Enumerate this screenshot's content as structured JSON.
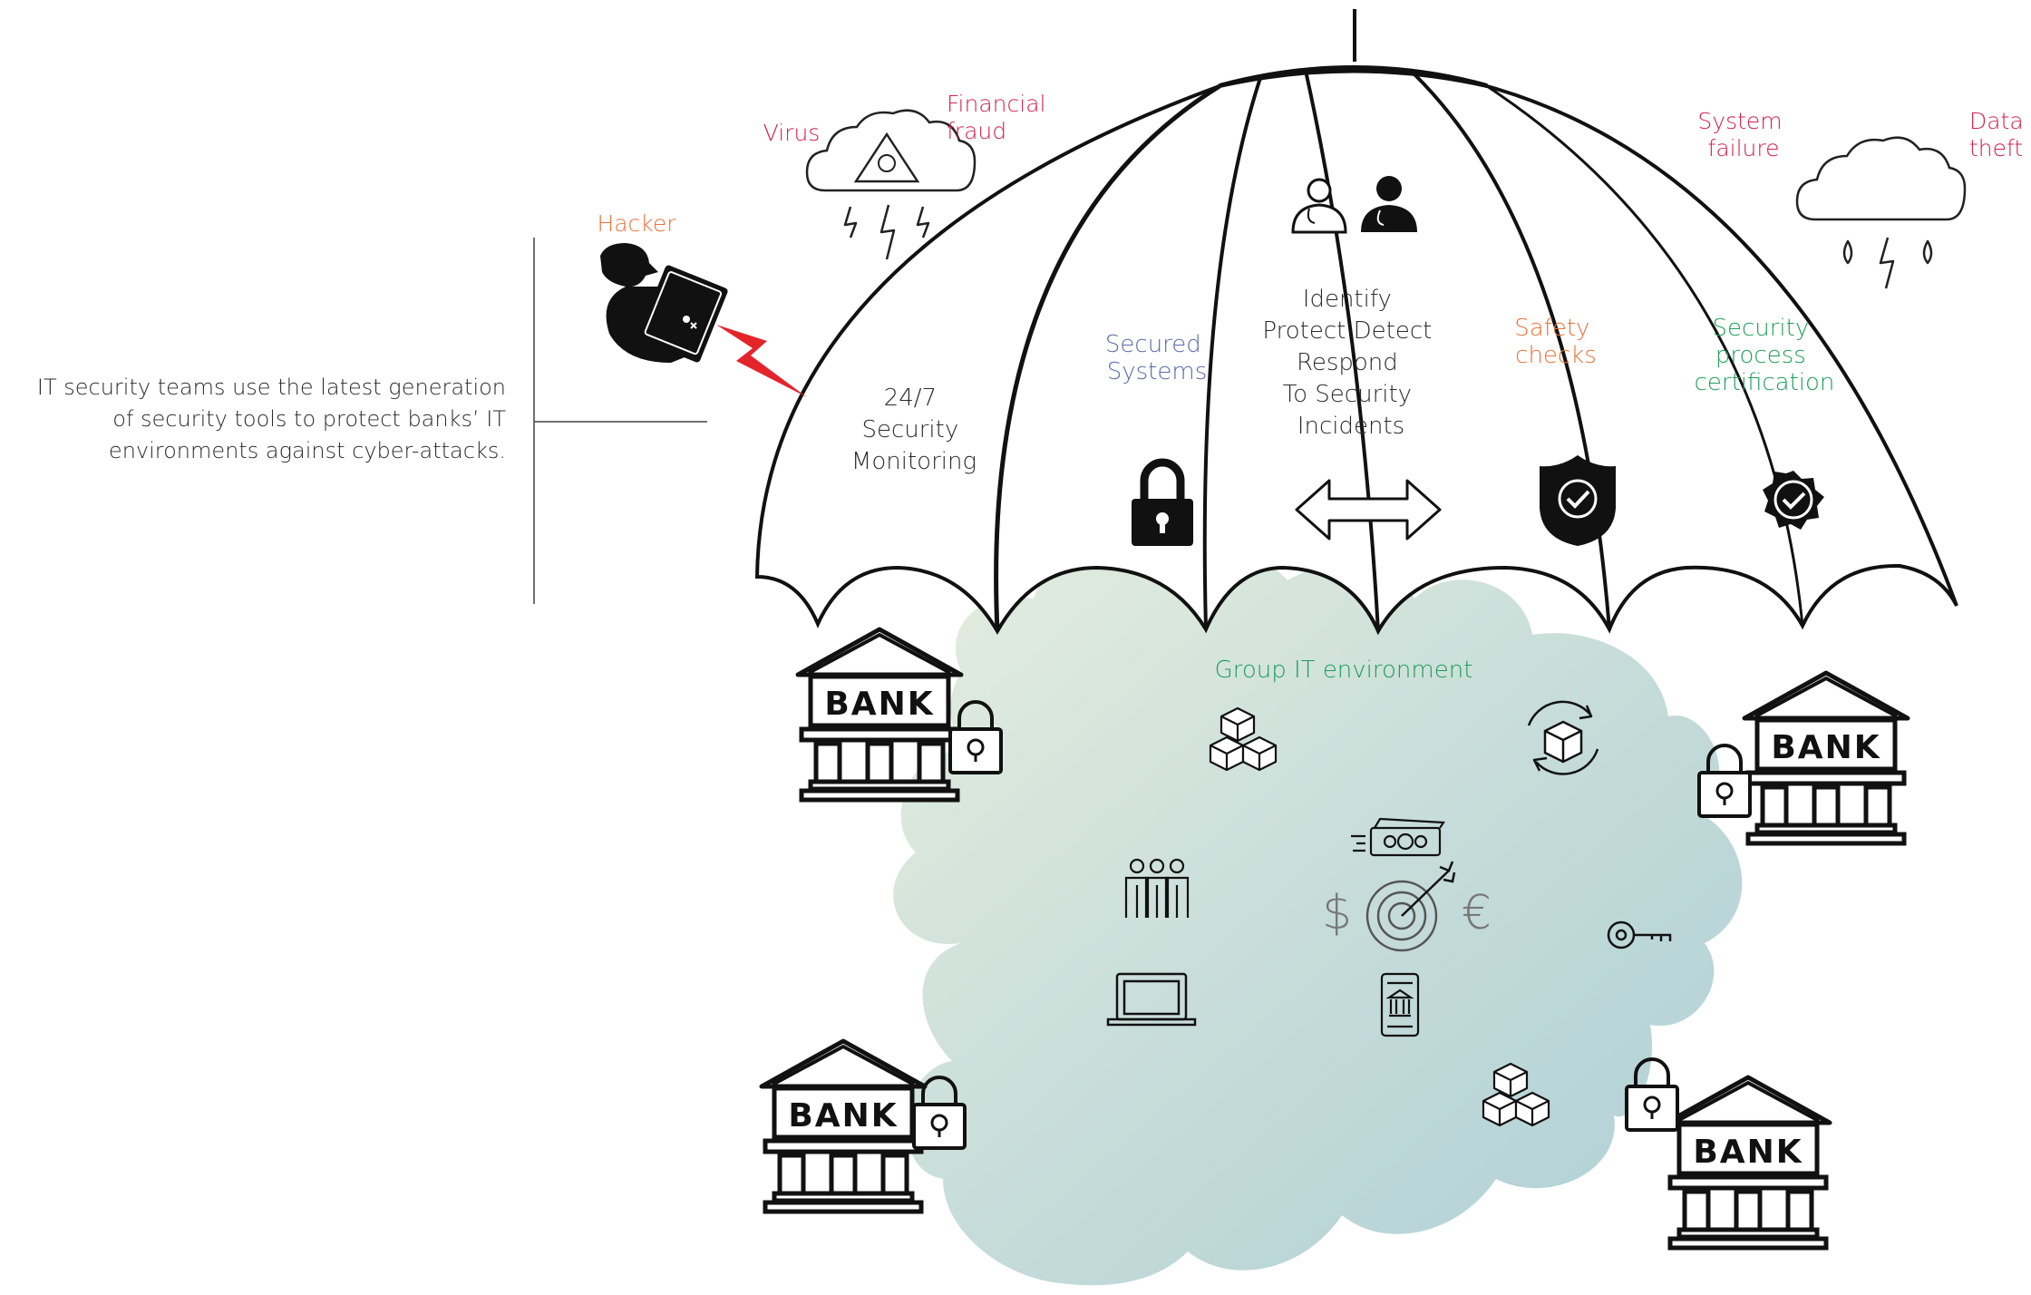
{
  "caption": {
    "lines": [
      "IT security teams use the latest generation",
      "of security tools to protect banks’ IT",
      "environments against cyber-attacks."
    ]
  },
  "threats": {
    "hacker": "Hacker",
    "virus": "Virus",
    "financial_fraud": [
      "Financial",
      "fraud"
    ],
    "system_failure": [
      "System",
      "failure"
    ],
    "data_theft": [
      "Data",
      "theft"
    ]
  },
  "umbrella": {
    "monitoring": [
      "24/7",
      "Security",
      "Monitoring"
    ],
    "secured": [
      "Secured",
      "Systems"
    ],
    "incidents": [
      "Identify",
      "Protect Detect",
      "Respond",
      "To Security",
      "Incidents"
    ],
    "safety": [
      "Safety",
      "checks"
    ],
    "certification": [
      "Security",
      "process",
      "certification"
    ]
  },
  "environment": {
    "title": "Group IT environment"
  },
  "bank_label": "BANK",
  "colors": {
    "threat_red": "#d4214e",
    "hacker_orange": "#e8723a",
    "blue_label": "#5b6aa8",
    "orange_label": "#e8723a",
    "green_label": "#1e9e5a",
    "lightning": "#e3242b",
    "cloud_fill_a": "#e2ebdf",
    "cloud_fill_b": "#b3d2d7"
  },
  "icons": [
    "warning-biohazard-icon",
    "lightning-icon",
    "rain-icon",
    "hacker-icon",
    "doctor-icon",
    "padlock-icon",
    "double-arrow-icon",
    "shield-check-icon",
    "badge-check-icon",
    "cubes-icon",
    "recycle-box-icon",
    "people-icon",
    "money-icon",
    "target-icon",
    "laptop-icon",
    "mobile-bank-icon",
    "key-icon",
    "bank-icon"
  ]
}
